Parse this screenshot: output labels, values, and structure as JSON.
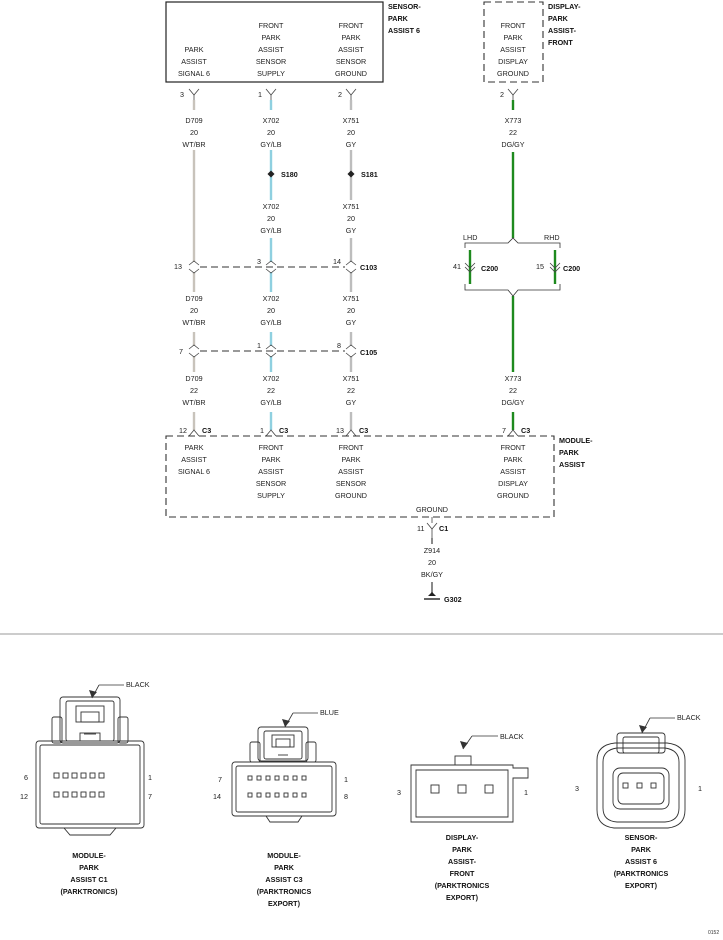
{
  "colors": {
    "wt_br": "#c8c3bb",
    "gy_lb": "#8fd0e0",
    "gy": "#bdbdbd",
    "dg_gy": "#1e8a1e",
    "bk_gy": "#8a8a8a"
  },
  "modules": {
    "sensor": {
      "name": [
        "SENSOR-",
        "PARK",
        "ASSIST 6"
      ]
    },
    "display": {
      "name": [
        "DISPLAY-",
        "PARK",
        "ASSIST-",
        "FRONT"
      ]
    },
    "module": {
      "name": [
        "MODULE-",
        "PARK",
        "ASSIST"
      ]
    }
  },
  "sensor_pins": {
    "signal": [
      "PARK",
      "ASSIST",
      "SIGNAL 6"
    ],
    "supply": [
      "FRONT",
      "PARK",
      "ASSIST",
      "SENSOR",
      "SUPPLY"
    ],
    "ground": [
      "FRONT",
      "PARK",
      "ASSIST",
      "SENSOR",
      "GROUND"
    ]
  },
  "display_pin": [
    "FRONT",
    "PARK",
    "ASSIST",
    "DISPLAY",
    "GROUND"
  ],
  "module_pins": {
    "signal": [
      "PARK",
      "ASSIST",
      "SIGNAL 6"
    ],
    "supply": [
      "FRONT",
      "PARK",
      "ASSIST",
      "SENSOR",
      "SUPPLY"
    ],
    "ground": [
      "FRONT",
      "PARK",
      "ASSIST",
      "SENSOR",
      "GROUND"
    ],
    "display": [
      "FRONT",
      "PARK",
      "ASSIST",
      "DISPLAY",
      "GROUND"
    ],
    "gnd": "GROUND"
  },
  "pins": {
    "w1_top": "3",
    "w2_top": "1",
    "w3_top": "2",
    "w4_top": "2",
    "w1_c103": "13",
    "w2_c103": "3",
    "w3_c103": "14",
    "w1_c105": "7",
    "w2_c105": "1",
    "w3_c105": "8",
    "w1_mod": "12",
    "w2_mod": "1",
    "w3_mod": "13",
    "w4_mod": "7",
    "c200_lhd": "41",
    "c200_rhd": "15",
    "gnd_c1": "11"
  },
  "wire_labels": {
    "w1_a": [
      "D709",
      "20",
      "WT/BR"
    ],
    "w1_b": [
      "D709",
      "20",
      "WT/BR"
    ],
    "w1_c": [
      "D709",
      "22",
      "WT/BR"
    ],
    "w2_a": [
      "X702",
      "20",
      "GY/LB"
    ],
    "w2_b": [
      "X702",
      "20",
      "GY/LB"
    ],
    "w2_c": [
      "X702",
      "20",
      "GY/LB"
    ],
    "w2_d": [
      "X702",
      "22",
      "GY/LB"
    ],
    "w3_a": [
      "X751",
      "20",
      "GY"
    ],
    "w3_b": [
      "X751",
      "20",
      "GY"
    ],
    "w3_c": [
      "X751",
      "20",
      "GY"
    ],
    "w3_d": [
      "X751",
      "22",
      "GY"
    ],
    "w4_a": [
      "X773",
      "22",
      "DG/GY"
    ],
    "w4_b": [
      "X773",
      "22",
      "DG/GY"
    ],
    "gnd": [
      "Z914",
      "20",
      "BK/GY"
    ]
  },
  "connectors": {
    "c103": "C103",
    "c105": "C105",
    "c3": "C3",
    "c1": "C1",
    "c200": "C200",
    "lhd": "LHD",
    "rhd": "RHD",
    "s180": "S180",
    "s181": "S181",
    "g302": "G302"
  },
  "views": {
    "c1": {
      "color": "BLACK",
      "caption": [
        "MODULE-",
        "PARK",
        "ASSIST C1",
        "(PARKTRONICS)"
      ],
      "pins": [
        "6",
        "1",
        "12",
        "7"
      ]
    },
    "c3": {
      "color": "BLUE",
      "caption": [
        "MODULE-",
        "PARK",
        "ASSIST C3",
        "(PARKTRONICS",
        "EXPORT)"
      ],
      "pins": [
        "7",
        "1",
        "14",
        "8"
      ]
    },
    "disp": {
      "color": "BLACK",
      "caption": [
        "DISPLAY-",
        "PARK",
        "ASSIST-",
        "FRONT",
        "(PARKTRONICS",
        "EXPORT)"
      ],
      "pins": [
        "3",
        "1"
      ]
    },
    "sens": {
      "color": "BLACK",
      "caption": [
        "SENSOR-",
        "PARK",
        "ASSIST 6",
        "(PARKTRONICS",
        "EXPORT)"
      ],
      "pins": [
        "3",
        "1"
      ]
    }
  },
  "figure_id": "0152"
}
